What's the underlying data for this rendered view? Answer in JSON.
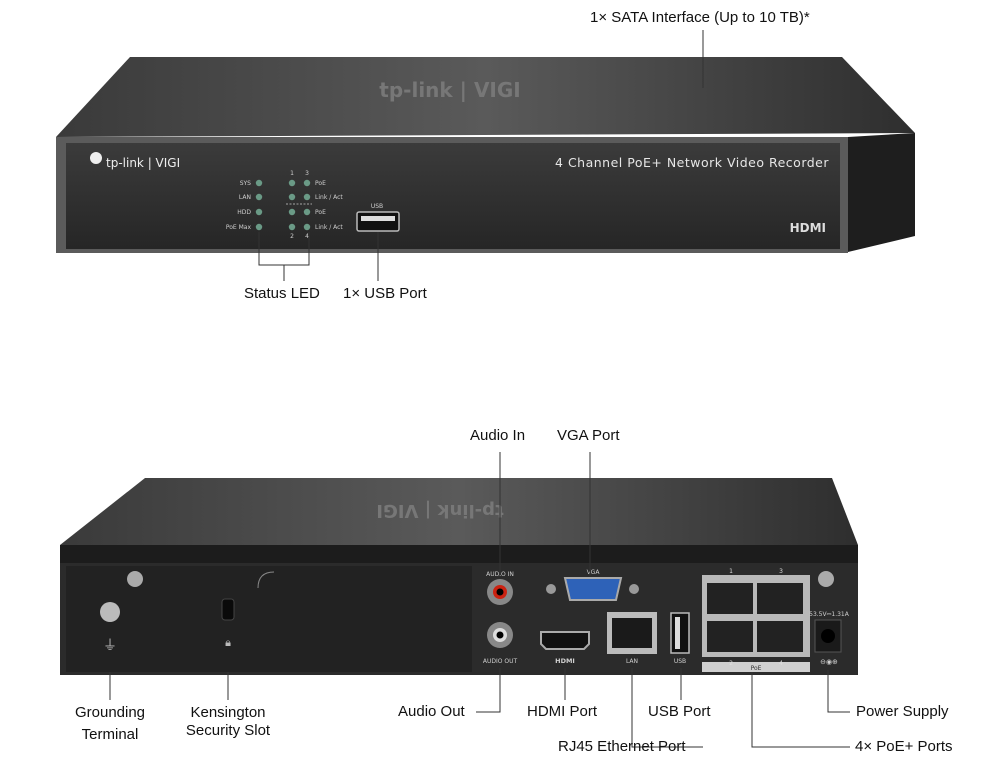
{
  "front": {
    "brand_logo": "tp-link | VIGI",
    "lid_logo": "tp-link | VIGI",
    "model": "4 Channel PoE+ Network Video Recorder",
    "hdmi_logo": "HDMI",
    "led_labels_left": [
      "SYS",
      "LAN",
      "HDD",
      "PoE Max"
    ],
    "led_labels_right": [
      "PoE",
      "Link / Act",
      "PoE",
      "Link / Act"
    ],
    "port_numbers_top": [
      "1",
      "3"
    ],
    "port_numbers_bottom": [
      "2",
      "4"
    ],
    "usb_label": "USB",
    "led_color": "#6a9a86"
  },
  "back": {
    "lid_logo": "tp-link | VIGI",
    "audio_in": "AUDIO IN",
    "audio_out": "AUDIO OUT",
    "vga": "VGA",
    "hdmi": "HDMI",
    "lan": "LAN",
    "usb": "USB",
    "poe_numbers": [
      "1",
      "3",
      "2",
      "4"
    ],
    "poe": "PoE",
    "power_rating": "53.5V⎓1.31A"
  },
  "callouts": {
    "sata": "1× SATA Interface (Up to 10 TB)*",
    "status_led": "Status LED",
    "usb_front": "1× USB Port",
    "audio_in": "Audio In",
    "vga": "VGA Port",
    "grounding_1": "Grounding",
    "grounding_2": "Terminal",
    "kensington_1": "Kensington",
    "kensington_2": "Security Slot",
    "audio_out": "Audio Out",
    "hdmi": "HDMI Port",
    "usb_back": "USB Port",
    "power": "Power Supply",
    "rj45": "RJ45 Ethernet Port",
    "poe": "4× PoE+ Ports"
  }
}
